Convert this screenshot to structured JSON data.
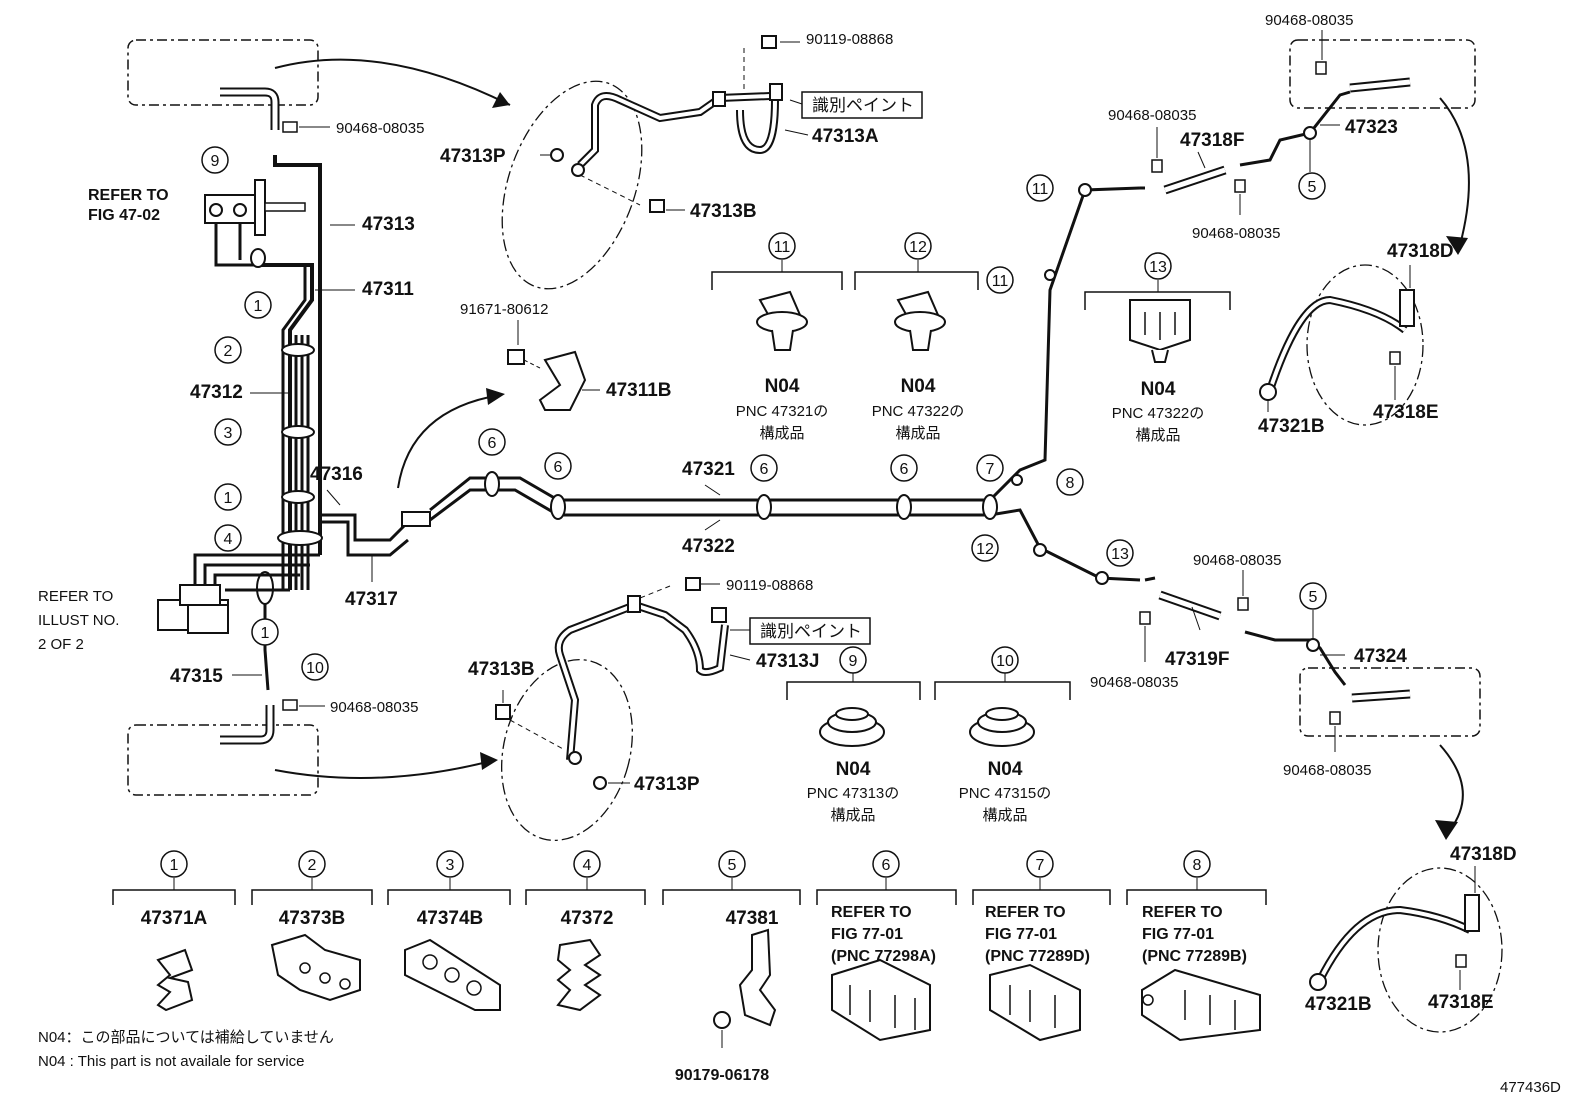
{
  "labels": {
    "p90119_top": "90119-08868",
    "p90468_tl": "90468-08035",
    "p47313P_top": "47313P",
    "p47313A": "47313A",
    "p47313B_top": "47313B",
    "paint_top": "識別ペイント",
    "refer_fig1": "REFER TO",
    "refer_fig2": "FIG 47-02",
    "p47313": "47313",
    "p47311": "47311",
    "p91671": "91671-80612",
    "p47311B": "47311B",
    "p47312": "47312",
    "p47316": "47316",
    "p47317": "47317",
    "refer_illust1": "REFER TO",
    "refer_illust2": "ILLUST NO.",
    "refer_illust3": "2 OF 2",
    "p47315": "47315",
    "p90468_bl": "90468-08035",
    "p90119_bot": "90119-08868",
    "paint_bot": "識別ペイント",
    "p47313J": "47313J",
    "p47313B_bot": "47313B",
    "p47313P_bot": "47313P",
    "p47321": "47321",
    "p47322": "47322",
    "p90468_tr1": "90468-08035",
    "p90468_tr2": "90468-08035",
    "p90468_tr3": "90468-08035",
    "p47318F": "47318F",
    "p47323": "47323",
    "p47318D_top": "47318D",
    "p47321B_top": "47321B",
    "p47318E_top": "47318E",
    "p90468_br1": "90468-08035",
    "p90468_br2": "90468-08035",
    "p90468_br3": "90468-08035",
    "p47319F": "47319F",
    "p47324": "47324",
    "p47318D_bot": "47318D",
    "p47321B_bot": "47321B",
    "p47318E_bot": "47318E",
    "fig_code": "477436D"
  },
  "callouts": [
    "1",
    "2",
    "3",
    "4",
    "5",
    "6",
    "7",
    "8",
    "9",
    "10",
    "11",
    "12",
    "13"
  ],
  "n04_groups": [
    {
      "num": "11",
      "code": "N04",
      "pnc": "PNC 47321の",
      "sub": "構成品"
    },
    {
      "num": "12",
      "code": "N04",
      "pnc": "PNC 47322の",
      "sub": "構成品"
    },
    {
      "num": "13",
      "code": "N04",
      "pnc": "PNC 47322の",
      "sub": "構成品"
    },
    {
      "num": "9",
      "code": "N04",
      "pnc": "PNC 47313の",
      "sub": "構成品"
    },
    {
      "num": "10",
      "code": "N04",
      "pnc": "PNC 47315の",
      "sub": "構成品"
    }
  ],
  "legend_parts": [
    {
      "num": "1",
      "part": "47371A"
    },
    {
      "num": "2",
      "part": "47373B"
    },
    {
      "num": "3",
      "part": "47374B"
    },
    {
      "num": "4",
      "part": "47372"
    },
    {
      "num": "5",
      "part": "47381",
      "extra": "90179-06178"
    },
    {
      "num": "6",
      "part": "",
      "ref1": "REFER TO",
      "ref2": "FIG 77-01",
      "ref3": "(PNC 77298A)"
    },
    {
      "num": "7",
      "part": "",
      "ref1": "REFER TO",
      "ref2": "FIG 77-01",
      "ref3": "(PNC 77289D)"
    },
    {
      "num": "8",
      "part": "",
      "ref1": "REFER TO",
      "ref2": "FIG 77-01",
      "ref3": "(PNC 77289B)"
    }
  ],
  "notes": {
    "jp": "N04：この部品については補給していません",
    "en": "N04 : This part is not availale for service"
  }
}
